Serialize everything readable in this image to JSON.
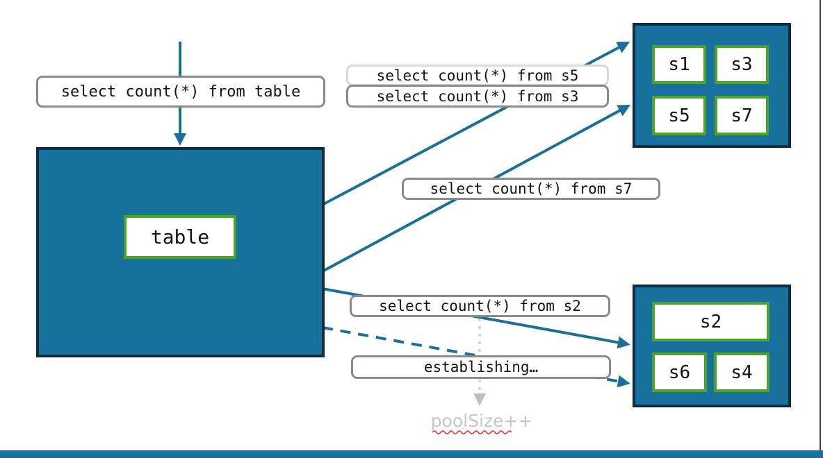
{
  "labels": {
    "query_table": "select count(*) from table",
    "query_s5": "select count(*) from s5",
    "query_s3": "select count(*) from s3",
    "query_s7": "select count(*) from s7",
    "query_s2": "select count(*) from s2",
    "establishing": "establishing…",
    "pool_size": "poolSize++"
  },
  "main_table": {
    "label": "table"
  },
  "shards_top": [
    {
      "label": "s1"
    },
    {
      "label": "s3"
    },
    {
      "label": "s5"
    },
    {
      "label": "s7"
    }
  ],
  "shards_bottom": [
    {
      "label": "s2"
    },
    {
      "label": "s6"
    },
    {
      "label": "s4"
    }
  ],
  "colors": {
    "teal_fill": "#17719c",
    "dark_border": "#0e2c40",
    "green_border": "#4ca32c",
    "arrow_teal": "#1c6f97",
    "pill_border_gray": "#8a8a8a",
    "pill_border_light": "#d8d8d8",
    "muted_text": "#c6c6c6",
    "squiggle_red": "#e23b2e"
  }
}
